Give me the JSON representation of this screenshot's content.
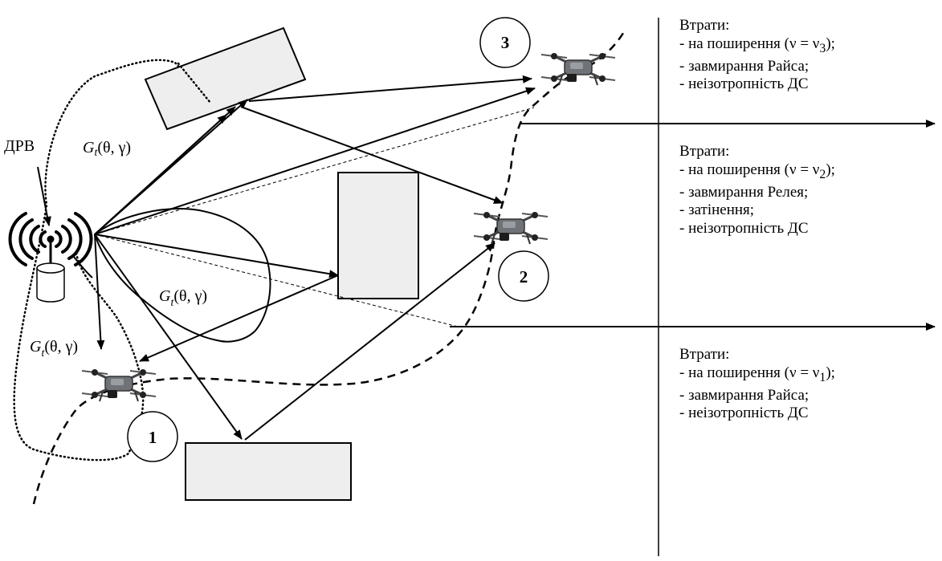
{
  "labels": {
    "station": "ДРВ",
    "gain": "G",
    "gain_sub": "t",
    "gain_args": "(θ, γ)"
  },
  "drones": [
    {
      "number": "1"
    },
    {
      "number": "2"
    },
    {
      "number": "3"
    }
  ],
  "zones": [
    {
      "title": "Втрати:",
      "items": [
        {
          "prefix": "- на поширення (ν = ν",
          "sub": "3",
          "suffix": ");"
        },
        {
          "prefix": "- завмирання Райса;",
          "sub": "",
          "suffix": ""
        },
        {
          "prefix": "- неізотропність ДС",
          "sub": "",
          "suffix": ""
        }
      ]
    },
    {
      "title": "Втрати:",
      "items": [
        {
          "prefix": "- на поширення (ν = ν",
          "sub": "2",
          "suffix": ");"
        },
        {
          "prefix": "- завмирання Релея;",
          "sub": "",
          "suffix": ""
        },
        {
          "prefix": "- затінення;",
          "sub": "",
          "suffix": ""
        },
        {
          "prefix": "- неізотропність ДС",
          "sub": "",
          "suffix": ""
        }
      ]
    },
    {
      "title": "Втрати:",
      "items": [
        {
          "prefix": "- на поширення (ν = ν",
          "sub": "1",
          "suffix": ");"
        },
        {
          "prefix": "- завмирання Райса;",
          "sub": "",
          "suffix": ""
        },
        {
          "prefix": "- неізотропність ДС",
          "sub": "",
          "suffix": ""
        }
      ]
    }
  ]
}
